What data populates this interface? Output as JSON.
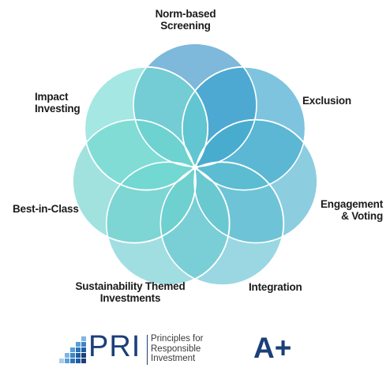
{
  "diagram": {
    "petals": [
      {
        "label_lines": [
          "Norm-based",
          "Screening"
        ],
        "color": "#2f8dc5"
      },
      {
        "label_lines": [
          "Exclusion"
        ],
        "color": "#2f9fcb"
      },
      {
        "label_lines": [
          "Engagement",
          "& Voting"
        ],
        "color": "#45aecd"
      },
      {
        "label_lines": [
          "Integration"
        ],
        "color": "#5cbfd1"
      },
      {
        "label_lines": [
          "Sustainability Themed",
          "Investments"
        ],
        "color": "#67c9cf"
      },
      {
        "label_lines": [
          "Best-in-Class"
        ],
        "color": "#67d0cc"
      },
      {
        "label_lines": [
          "Impact",
          "Investing"
        ],
        "color": "#6ed8d0"
      }
    ]
  },
  "footer": {
    "logo_word": "PRI",
    "logo_tagline_lines": [
      "Principles for",
      "Responsible",
      "Investment"
    ],
    "grade": "A+",
    "brand_color": "#1b3f78"
  }
}
